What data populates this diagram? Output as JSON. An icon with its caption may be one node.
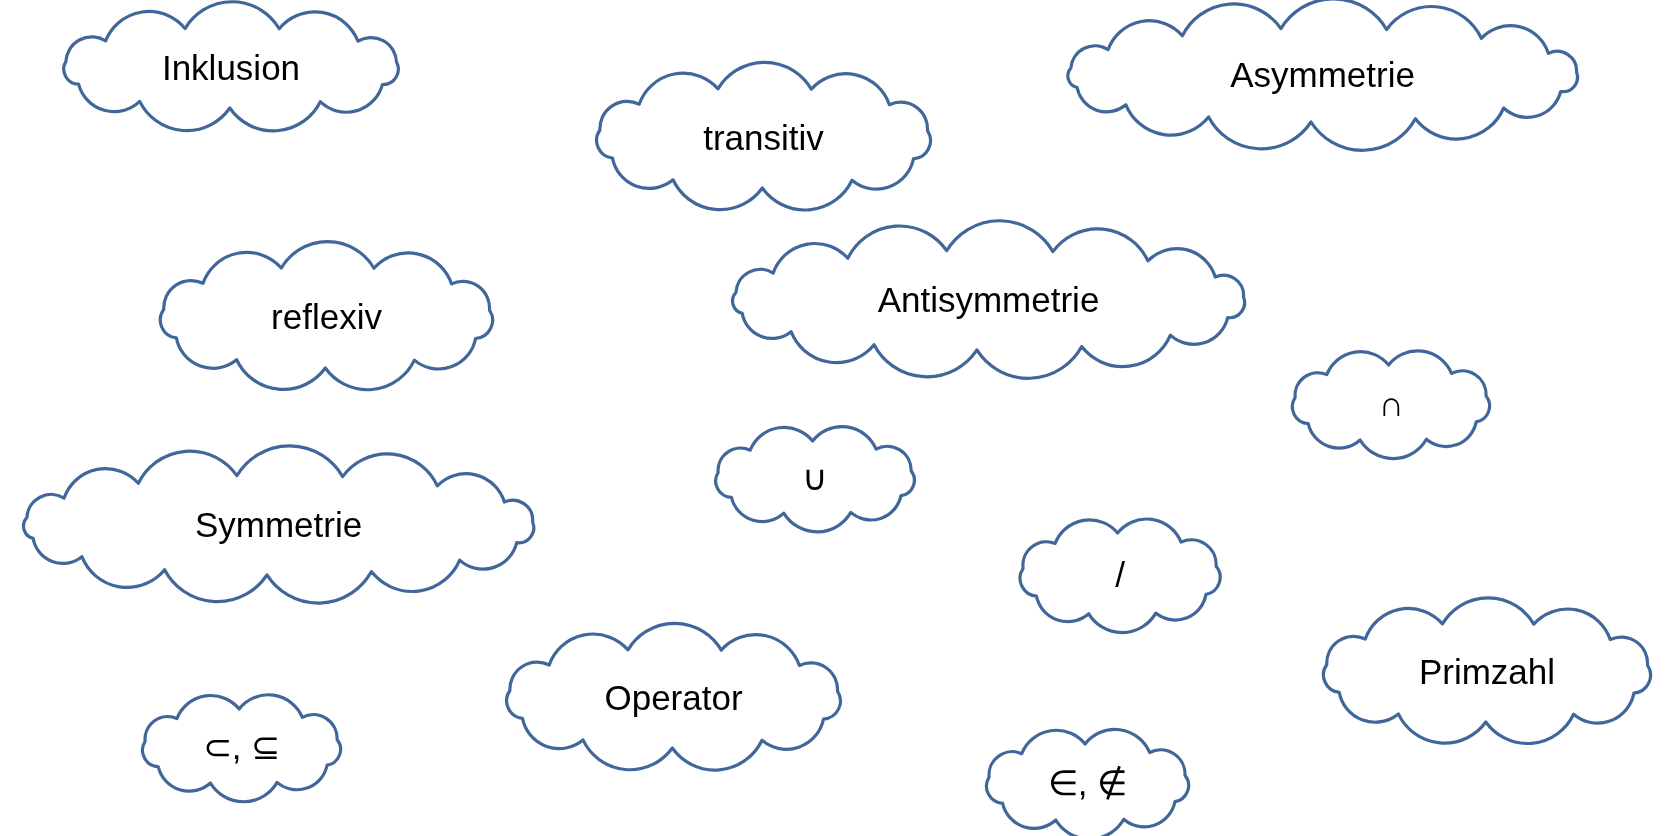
{
  "diagram": {
    "nodes": [
      {
        "text": [
          "Inklusion"
        ]
      },
      {
        "text": [
          "Asymmetrie"
        ]
      },
      {
        "text": [
          "transitiv"
        ]
      },
      {
        "text": [
          "Antisymmetrie"
        ]
      },
      {
        "text": [
          "reflexiv"
        ]
      },
      {
        "text": [
          "∩"
        ]
      },
      {
        "text": [
          "∪"
        ]
      },
      {
        "text": [
          "Symmetrie"
        ]
      },
      {
        "text": [
          "/"
        ]
      },
      {
        "text": [
          "Primzahl"
        ]
      },
      {
        "text": [
          "Operator"
        ]
      },
      {
        "text": [
          "⊂, ⊆"
        ]
      },
      {
        "text": [
          "∈, ∉"
        ]
      }
    ]
  }
}
